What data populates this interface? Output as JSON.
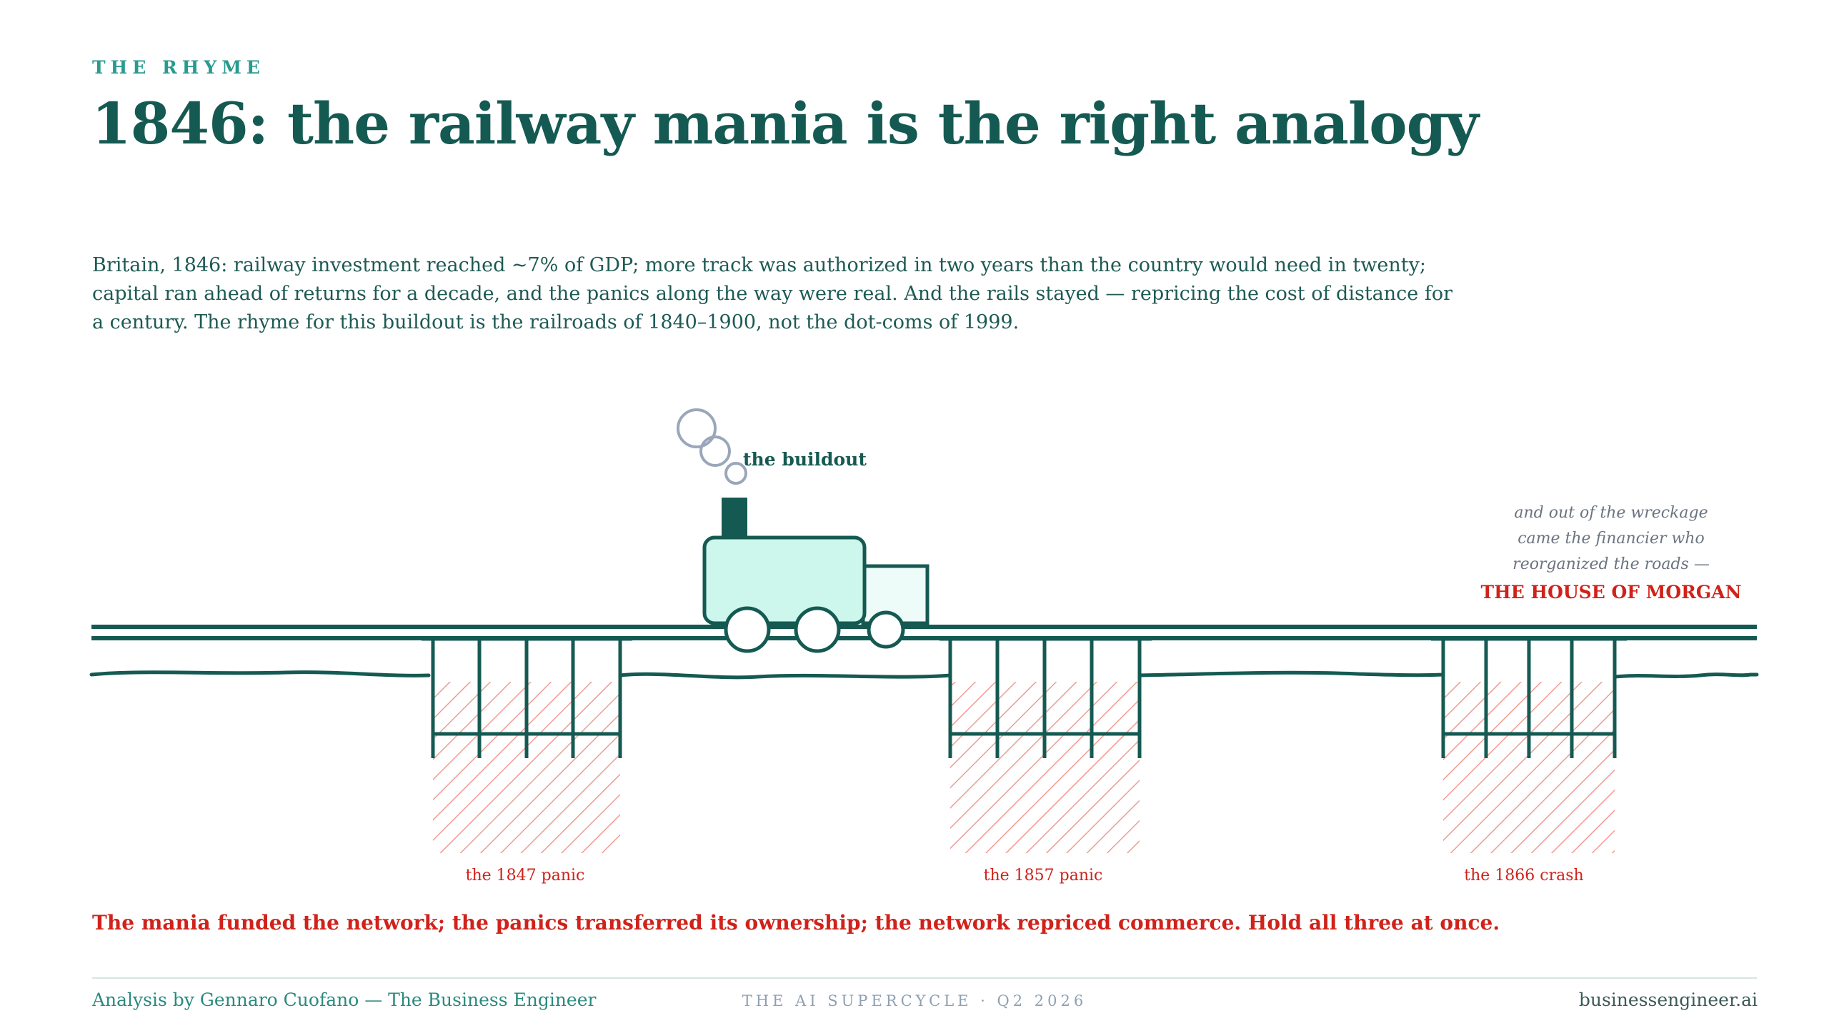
{
  "header": {
    "eyebrow": "THE RHYME",
    "title": "1846: the railway mania is the right analogy"
  },
  "lede": "Britain, 1846: railway investment reached ~7% of GDP; more track was authorized in two years than the country would need in twenty; capital ran ahead of returns for a decade, and the panics along the way were real. And the rails stayed — repricing the cost of distance for a century. The rhyme for this buildout is the railroads of 1840–1900, not the dot-coms of 1999.",
  "diagram": {
    "train_label": "the buildout",
    "panics": [
      {
        "label": "the 1847 panic"
      },
      {
        "label": "the 1857 panic"
      },
      {
        "label": "the 1866 crash"
      }
    ],
    "aside": {
      "lines": [
        "and out of the wreckage",
        "came the financier who",
        "reorganized the roads —"
      ],
      "emphasis": "THE HOUSE OF MORGAN"
    },
    "colors": {
      "ink": "#155a52",
      "accent_red": "#d0221a",
      "hatch": "#ef9c94",
      "engine_fill": "#cdf7ec",
      "tender_fill": "#eefcf9",
      "smoke": "#9aa7ba",
      "aside_gray": "#6b7480"
    },
    "icons": [
      "locomotive-icon",
      "smoke-icon",
      "bridge-trestle-icon"
    ]
  },
  "closing": "The mania funded the network; the panics transferred its ownership; the network repriced commerce. Hold all three at once.",
  "footer": {
    "left": "Analysis by Gennaro Cuofano — The Business Engineer",
    "center": "THE AI SUPERCYCLE · Q2 2026",
    "right": "businessengineer.ai"
  }
}
